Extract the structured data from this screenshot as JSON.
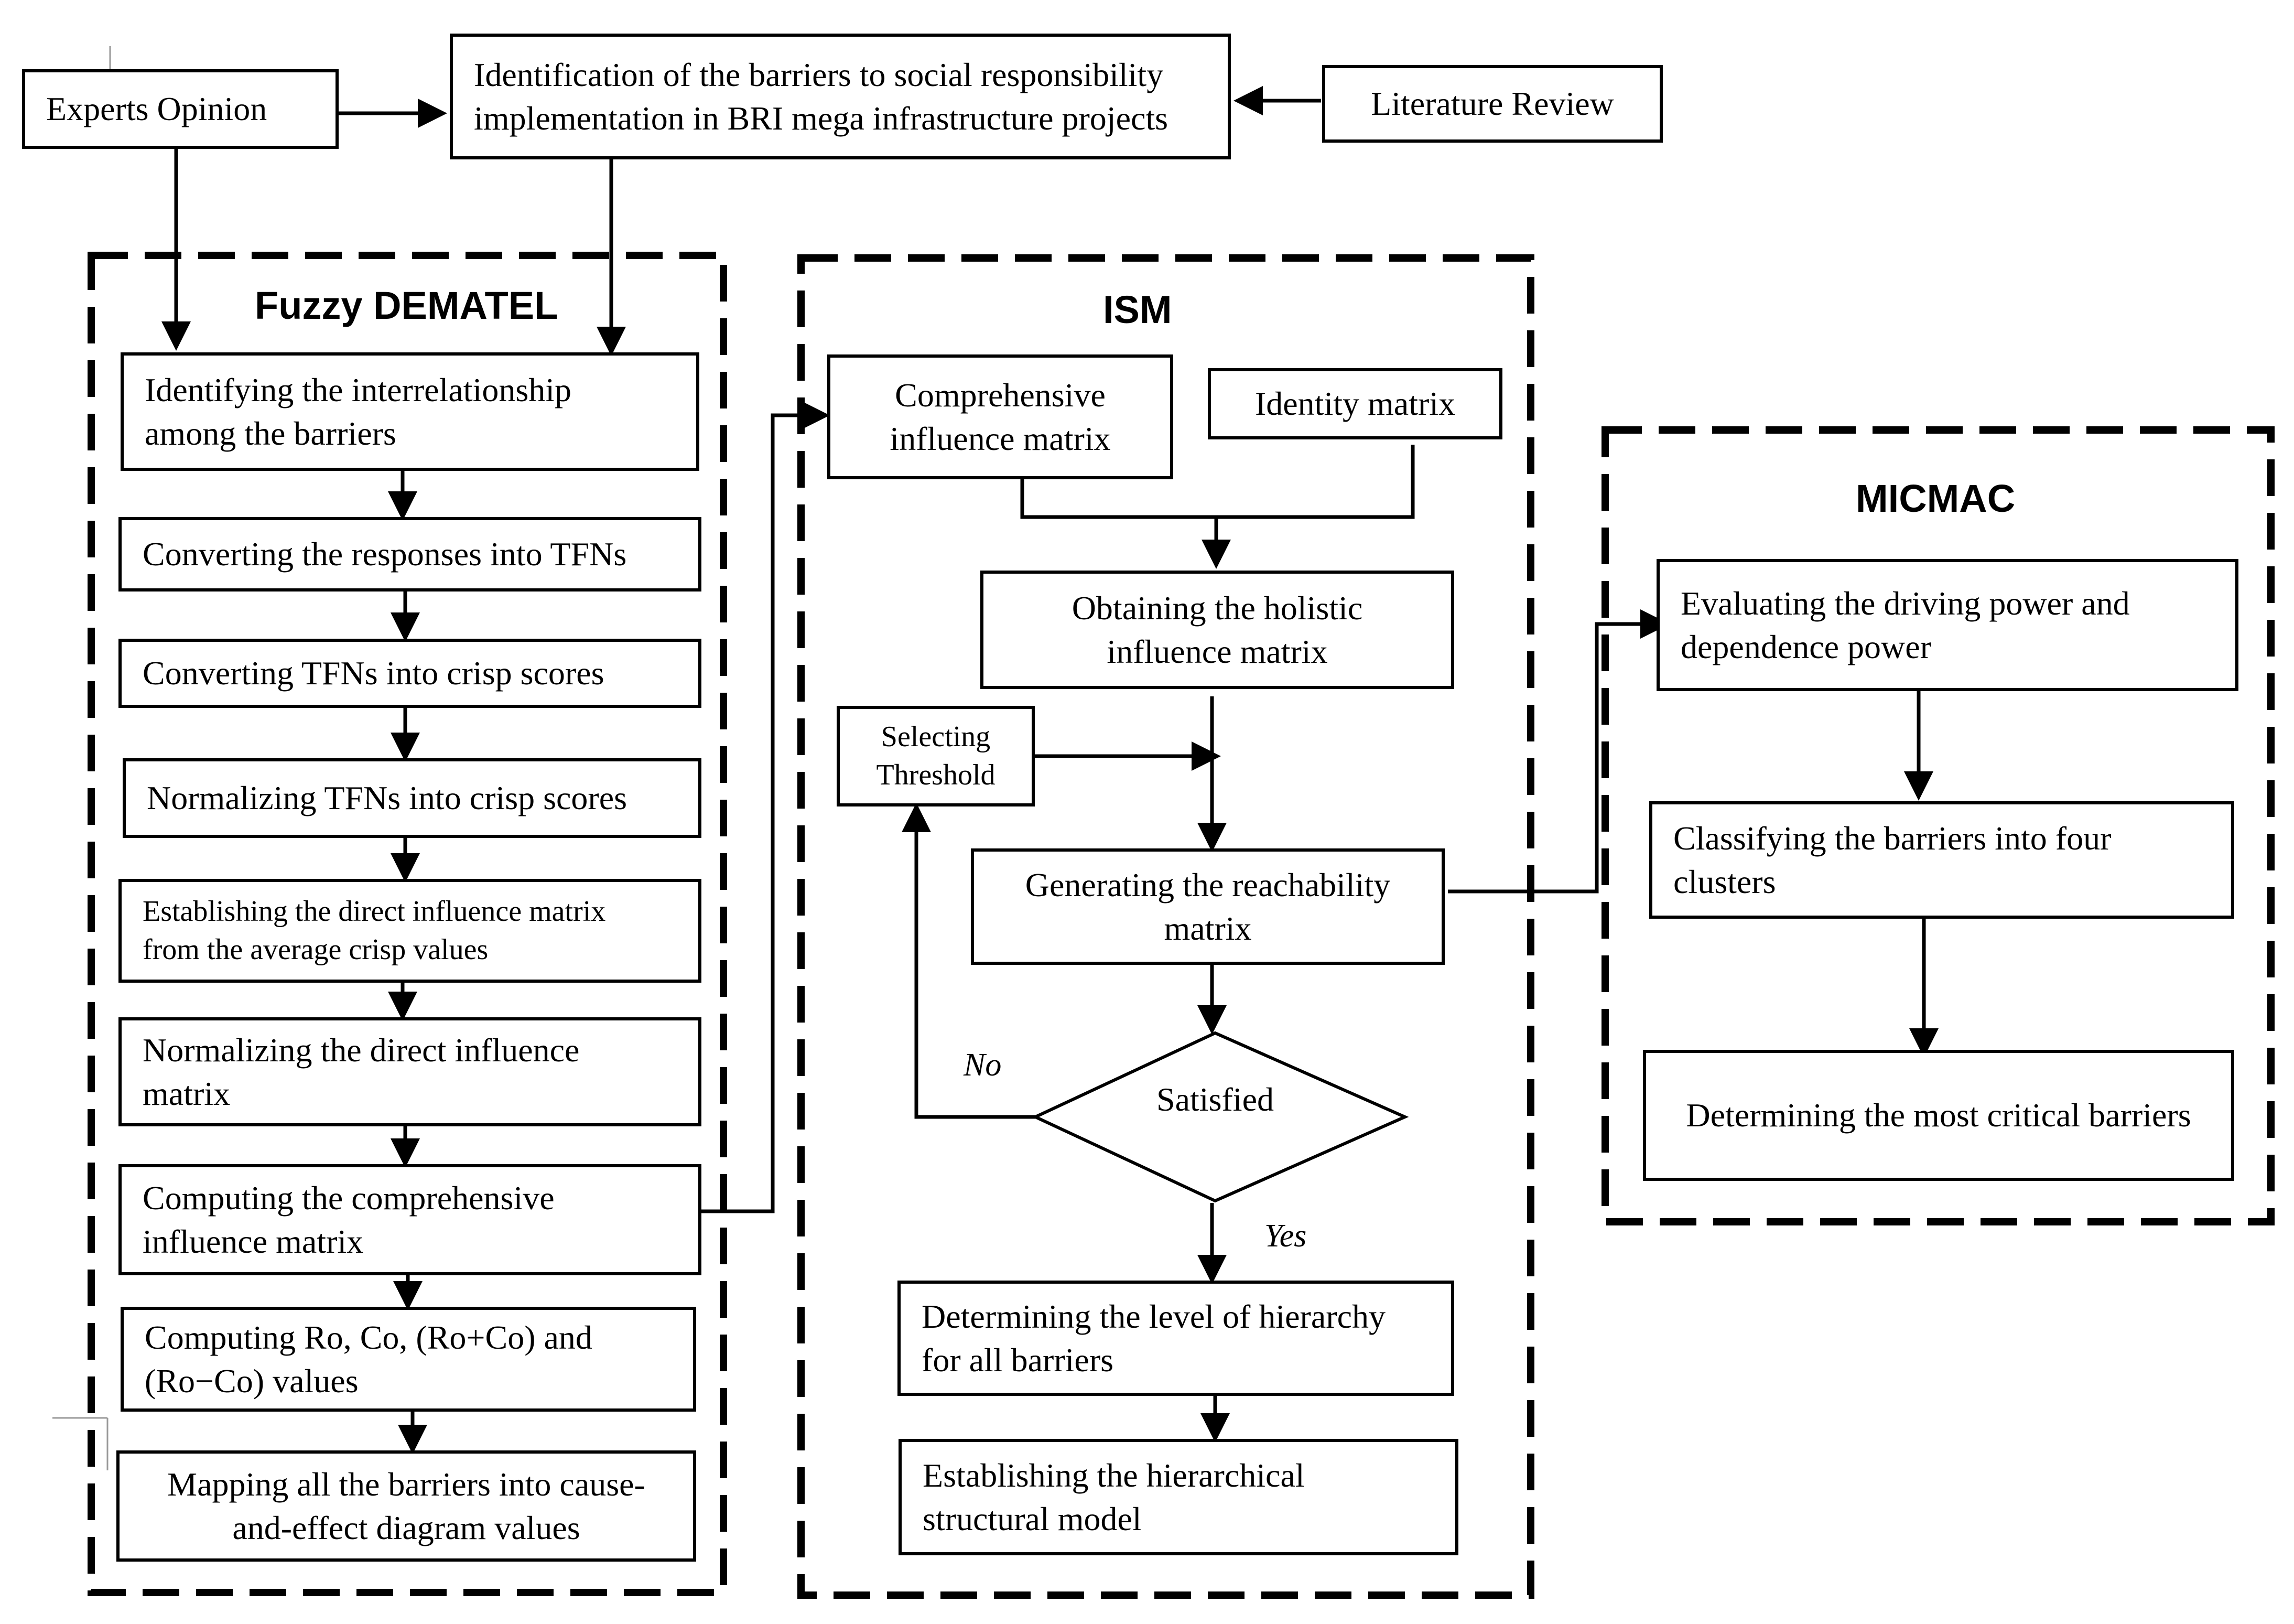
{
  "inputs": {
    "experts_opinion": "Experts Opinion",
    "identification": "Identification of the barriers to social responsibility\nimplementation in BRI mega infrastructure projects",
    "literature_review": "Literature Review"
  },
  "fuzzy_dematel": {
    "title": "Fuzzy DEMATEL",
    "steps": [
      "Identifying the interrelationship\namong the barriers",
      "Converting the responses into TFNs",
      "Converting TFNs into crisp scores",
      "Normalizing TFNs into crisp scores",
      "Establishing the direct influence matrix\nfrom the average crisp values",
      "Normalizing the direct influence\nmatrix",
      "Computing the comprehensive\ninfluence matrix",
      "Computing Ro, Co, (Ro+Co) and\n(Ro−Co) values",
      "Mapping all the barriers into cause-\nand-effect diagram values"
    ]
  },
  "ism": {
    "title": "ISM",
    "comprehensive": "Comprehensive\ninfluence matrix",
    "identity": "Identity matrix",
    "holistic": "Obtaining the holistic\ninfluence matrix",
    "threshold": "Selecting\nThreshold",
    "reachability": "Generating the  reachability\nmatrix",
    "satisfied": "Satisfied",
    "no_label": "No",
    "yes_label": "Yes",
    "hierarchy": "Determining the level of hierarchy\nfor all barriers",
    "model": "Establishing the hierarchical\nstructural model"
  },
  "micmac": {
    "title": "MICMAC",
    "steps": [
      "Evaluating the driving power and\ndependence power",
      "Classifying the barriers into four\nclusters",
      "Determining the most critical barriers"
    ]
  }
}
